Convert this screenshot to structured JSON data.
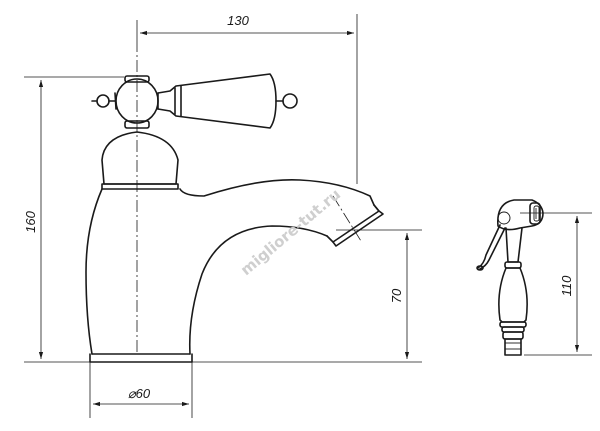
{
  "dimensions": {
    "width_total": "130",
    "height_total": "160",
    "spout_height": "70",
    "base_diameter": "⌀60",
    "hand_shower_height": "110"
  },
  "watermark": "migliore-tut.ru",
  "colors": {
    "line": "#1a1a1a",
    "watermark": "#cfcfcf",
    "background": "#ffffff"
  }
}
